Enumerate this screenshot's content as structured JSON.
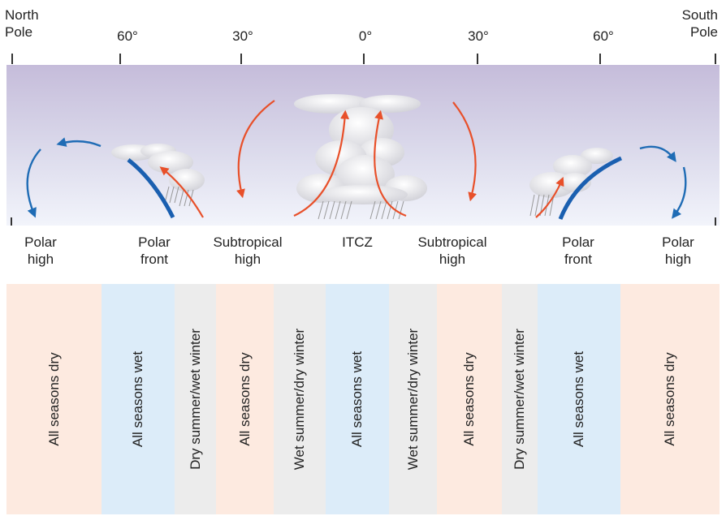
{
  "header": {
    "north_pole": [
      "North",
      "Pole"
    ],
    "south_pole": [
      "South",
      "Pole"
    ],
    "latitudes": [
      "60°",
      "30°",
      "0°",
      "30°",
      "60°"
    ]
  },
  "zones": [
    {
      "line1": "Polar",
      "line2": "high"
    },
    {
      "line1": "Polar",
      "line2": "front"
    },
    {
      "line1": "Subtropical",
      "line2": "high"
    },
    {
      "line1": "ITCZ",
      "line2": ""
    },
    {
      "line1": "Subtropical",
      "line2": "high"
    },
    {
      "line1": "Polar",
      "line2": "front"
    },
    {
      "line1": "Polar",
      "line2": "high"
    }
  ],
  "bands": [
    {
      "label": "All seasons dry",
      "color": "#fdeae0"
    },
    {
      "label": "All seasons wet",
      "color": "#dcecf9"
    },
    {
      "label": "Dry summer/wet winter",
      "color": "#ececec"
    },
    {
      "label": "All seasons dry",
      "color": "#fdeae0"
    },
    {
      "label": "Wet summer/dry winter",
      "color": "#ececec"
    },
    {
      "label": "All seasons wet",
      "color": "#dcecf9"
    },
    {
      "label": "Wet summer/dry winter",
      "color": "#ececec"
    },
    {
      "label": "All seasons dry",
      "color": "#fdeae0"
    },
    {
      "label": "Dry summer/wet winter",
      "color": "#ececec"
    },
    {
      "label": "All seasons wet",
      "color": "#dcecf9"
    },
    {
      "label": "All seasons dry",
      "color": "#fdeae0"
    }
  ],
  "colors": {
    "sky_top": "#c8c0dc",
    "sky_bottom": "#eef0f9",
    "rising_air": "#e8502a",
    "polar_air": "#1f6cb5",
    "front": "#1a5fb0"
  }
}
